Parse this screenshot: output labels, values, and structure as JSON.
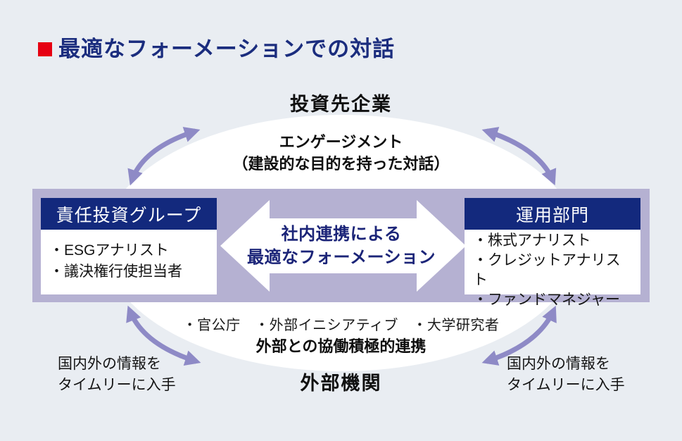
{
  "title": {
    "label": "最適なフォーメーションでの対話"
  },
  "colors": {
    "background": "#e9edf2",
    "band": "#b5b1d2",
    "box_header": "#13297d",
    "title_text": "#1b2d7e",
    "title_bullet": "#e60012",
    "curved_arrow": "#8e8ac6",
    "ellipse": "#ffffff",
    "center_arrow_text": "#1b2478"
  },
  "top": {
    "company_label": "投資先企業",
    "engagement_line1": "エンゲージメント",
    "engagement_line2": "（建設的な目的を持った対話）"
  },
  "band": {
    "left_box": {
      "header": "責任投資グループ",
      "items": [
        "・ESGアナリスト",
        "・議決権行使担当者"
      ]
    },
    "center_arrow": {
      "line1": "社内連携による",
      "line2": "最適なフォーメーション"
    },
    "right_box": {
      "header": "運用部門",
      "items": [
        "・株式アナリスト",
        "・クレジットアナリスト",
        "・ファンドマネジャー"
      ]
    }
  },
  "bottom": {
    "partners": "・官公庁　・外部イニシアティブ　・大学研究者",
    "collaboration": "外部との協働積極的連携",
    "external_label": "外部機関"
  },
  "notes": {
    "left": {
      "line1": "国内外の情報を",
      "line2": "タイムリーに入手"
    },
    "right": {
      "line1": "国内外の情報を",
      "line2": "タイムリーに入手"
    }
  }
}
